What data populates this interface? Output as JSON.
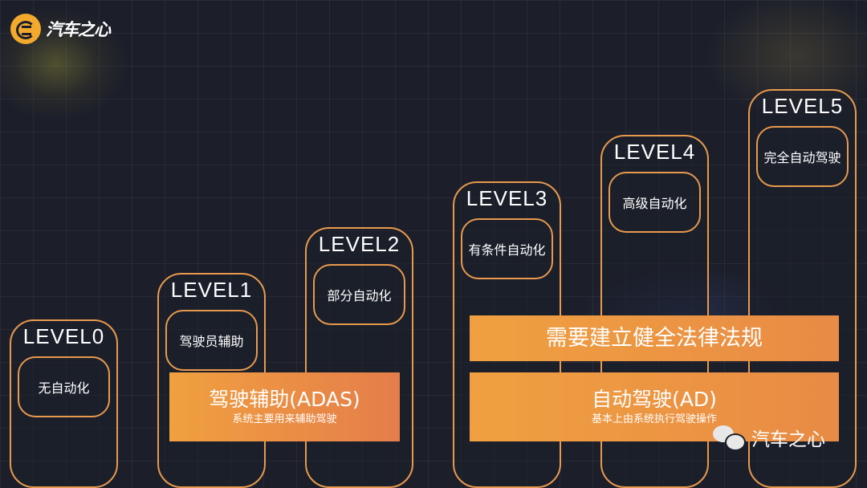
{
  "brand": {
    "name": "汽车之心"
  },
  "levels": [
    {
      "label": "LEVEL0",
      "desc": "无自动化"
    },
    {
      "label": "LEVEL1",
      "desc": "驾驶员辅助"
    },
    {
      "label": "LEVEL2",
      "desc": "部分自动化"
    },
    {
      "label": "LEVEL3",
      "desc": "有条件自动化"
    },
    {
      "label": "LEVEL4",
      "desc": "高级自动化"
    },
    {
      "label": "LEVEL5",
      "desc": "完全自动驾驶"
    }
  ],
  "banners": {
    "adas": {
      "title": "驾驶辅助(ADAS)",
      "subtitle": "系统主要用来辅助驾驶"
    },
    "ad": {
      "title": "自动驾驶(AD)",
      "subtitle": "基本上由系统执行驾驶操作"
    },
    "law": {
      "title": "需要建立健全法律法规"
    }
  },
  "watermark": {
    "text": "汽车之心",
    "icon": "wechat-icon"
  },
  "colors": {
    "accent": "#e8994d",
    "banner": "#f0a040",
    "background": "#1c1f2a",
    "logo": "#f2a92d"
  }
}
